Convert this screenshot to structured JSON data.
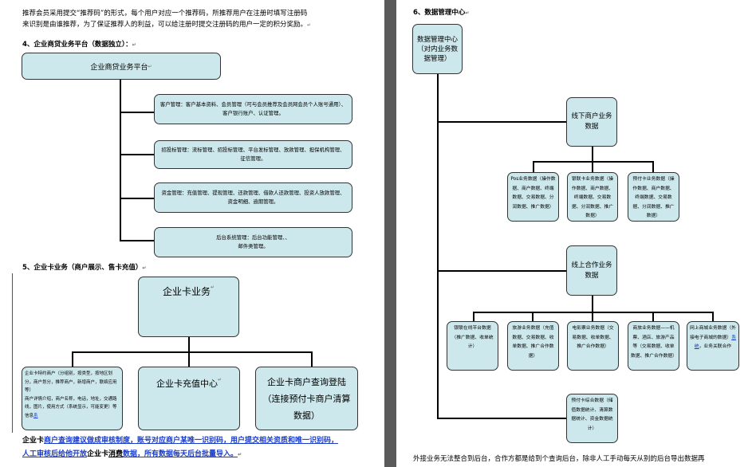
{
  "left_page": {
    "intro_line1": "推荐会员采用提交“推荐码”的形式，每个用户对应一个推荐码，所推荐用户在注册时填写注册码",
    "intro_line2": "来识别是由谁推荐，为了保证推荐人的利益，可以给注册时提交注册码的用户一定的积分奖励。",
    "section4": {
      "heading": "4、企业商贷业务平台（数据独立）：",
      "root": "企业商贷业务平台",
      "items": [
        "客户管理：客户基本资料、会员管理（可与会员推荐及会员网会员个人账号通用）、客户银行账户、认证管理。",
        "招投标管理：流标管理、招投标管理、平台发标管理、放款管理、担保机构管理、征信管理。",
        "资金管理：充值管理、提现管理、还款管理、借款人还款管理、投资人放款管理、资金明细、逾期管理。",
        "后台系统管理：后台功能管理、、\n邮件类管理。"
      ]
    },
    "section5": {
      "heading": "5、企业卡业务（商户展示、售卡充值）",
      "root": "企业卡业务",
      "merchant_text": "企业卡特约商户（分组别，按类型，按地区划分，商户划分，推荐商户，新增商户，联络应用等）\n商户详情介绍，商户名称，电话，地址，交通路线，图片，使用方式（系统显示，可能变更）等信息",
      "merchant_link": "系",
      "recharge": "企业卡充值中心",
      "query": "企业卡商户查询登陆（连接预付卡商户清算数据）"
    },
    "footer_line1_a": "企业卡",
    "footer_line1_b": "商户查询建议做成审核制度，账号对应商户某唯一识别码，用户提交相关资质和唯一识别码，",
    "footer_line2_a": "人工审核后给他开放",
    "footer_line2_b": "企业卡",
    "footer_line2_c": "消费",
    "footer_line2_d": "数据，所有数据每天后台批量导入。"
  },
  "right_page": {
    "heading": "6、数据管理中心",
    "root": "数据管理中心（对内业务数据管理）",
    "offline": {
      "title": "线下商户业务数据",
      "boxes": [
        "Pos业务数据（操作数据、商户数据、终端数据、交易数据、分润数据、推广数据）",
        "银联卡业务数据（操作数据、商户数据、终端数据、交易数据、分润数据、推广数据）",
        "预付卡业务数据（操作数据、商户数据、终端数据、交易数据、分润数据、推广数据）"
      ]
    },
    "online": {
      "title": "线上合作业务数据",
      "boxes": [
        "银联在线平台数据（推广数据、收单统计）",
        "旅游业务数据（充值数据、交易数据、收单数据、推广合作数据）",
        "电影票业务数据（交易数据、收单数据、推广合作数据）",
        "商旅业务数据——机票、酒店、旅游产品等（交易数据、收单数据、推广合作数据）",
        "网上商城业务数据（外接电子商城的数据）"
      ],
      "mall_link": "系统",
      "mall_tail": "，业务关联合作"
    },
    "prepaid": "预付卡综合数据（储值数据统计、清算数据统计、资金数据统计）",
    "footer": "外接业务无法整合到后台，合作方都是给到个查询后台，除非人工手动每天从别的后台导出数据再"
  },
  "colors": {
    "box_fill": "#cde8ec",
    "link": "#1a3cc8",
    "background": "#a0a0a0"
  }
}
